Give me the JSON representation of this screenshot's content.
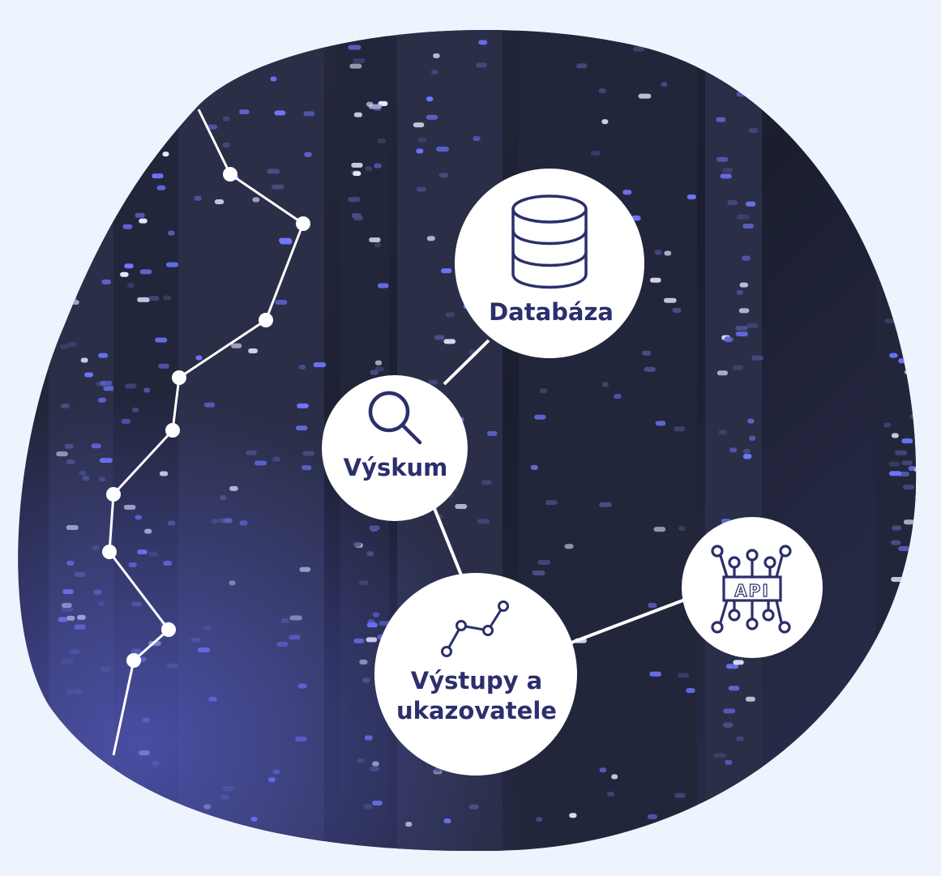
{
  "nodes": {
    "database": {
      "label": "Databáza",
      "icon": "database-icon"
    },
    "research": {
      "label": "Výskum",
      "icon": "search-icon"
    },
    "outputs": {
      "label_line1": "Výstupy a",
      "label_line2": "ukazovatele",
      "icon": "line-chart-icon"
    },
    "api": {
      "label": "API",
      "icon": "api-circuit-icon"
    }
  },
  "colors": {
    "background": "#eef4fd",
    "navy": "#2b2f6b",
    "blob_dark": "#1c1f33",
    "server_light": "#6f78ff"
  }
}
